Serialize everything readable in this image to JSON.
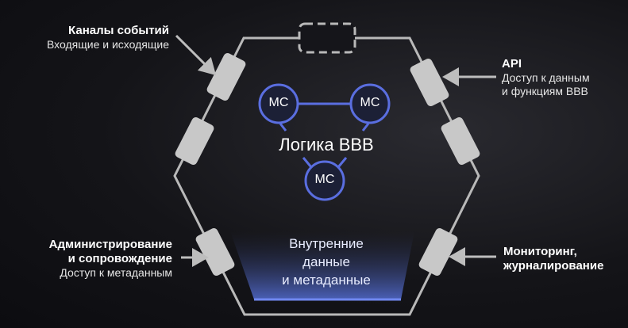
{
  "labels": {
    "events": {
      "title": "Каналы событий",
      "subtitle": "Входящие и исходящие"
    },
    "api": {
      "title": "API",
      "subtitle_1": "Доступ к данным",
      "subtitle_2": "и функциям ВВВ"
    },
    "admin": {
      "title_1": "Администрирование",
      "title_2": "и сопровождение",
      "subtitle": "Доступ к метаданным"
    },
    "monitoring": {
      "title_1": "Мониторинг,",
      "title_2": "журналирование"
    }
  },
  "core": {
    "logic": "Логика ВВВ",
    "ms": [
      "МС",
      "МС",
      "МС"
    ]
  },
  "storage": {
    "line_1": "Внутренние",
    "line_2": "данные",
    "line_3": "и метаданные"
  },
  "colors": {
    "accent": "#5a6ee0",
    "connector": "#c8c8c8",
    "frame": "#b9b9b9"
  }
}
